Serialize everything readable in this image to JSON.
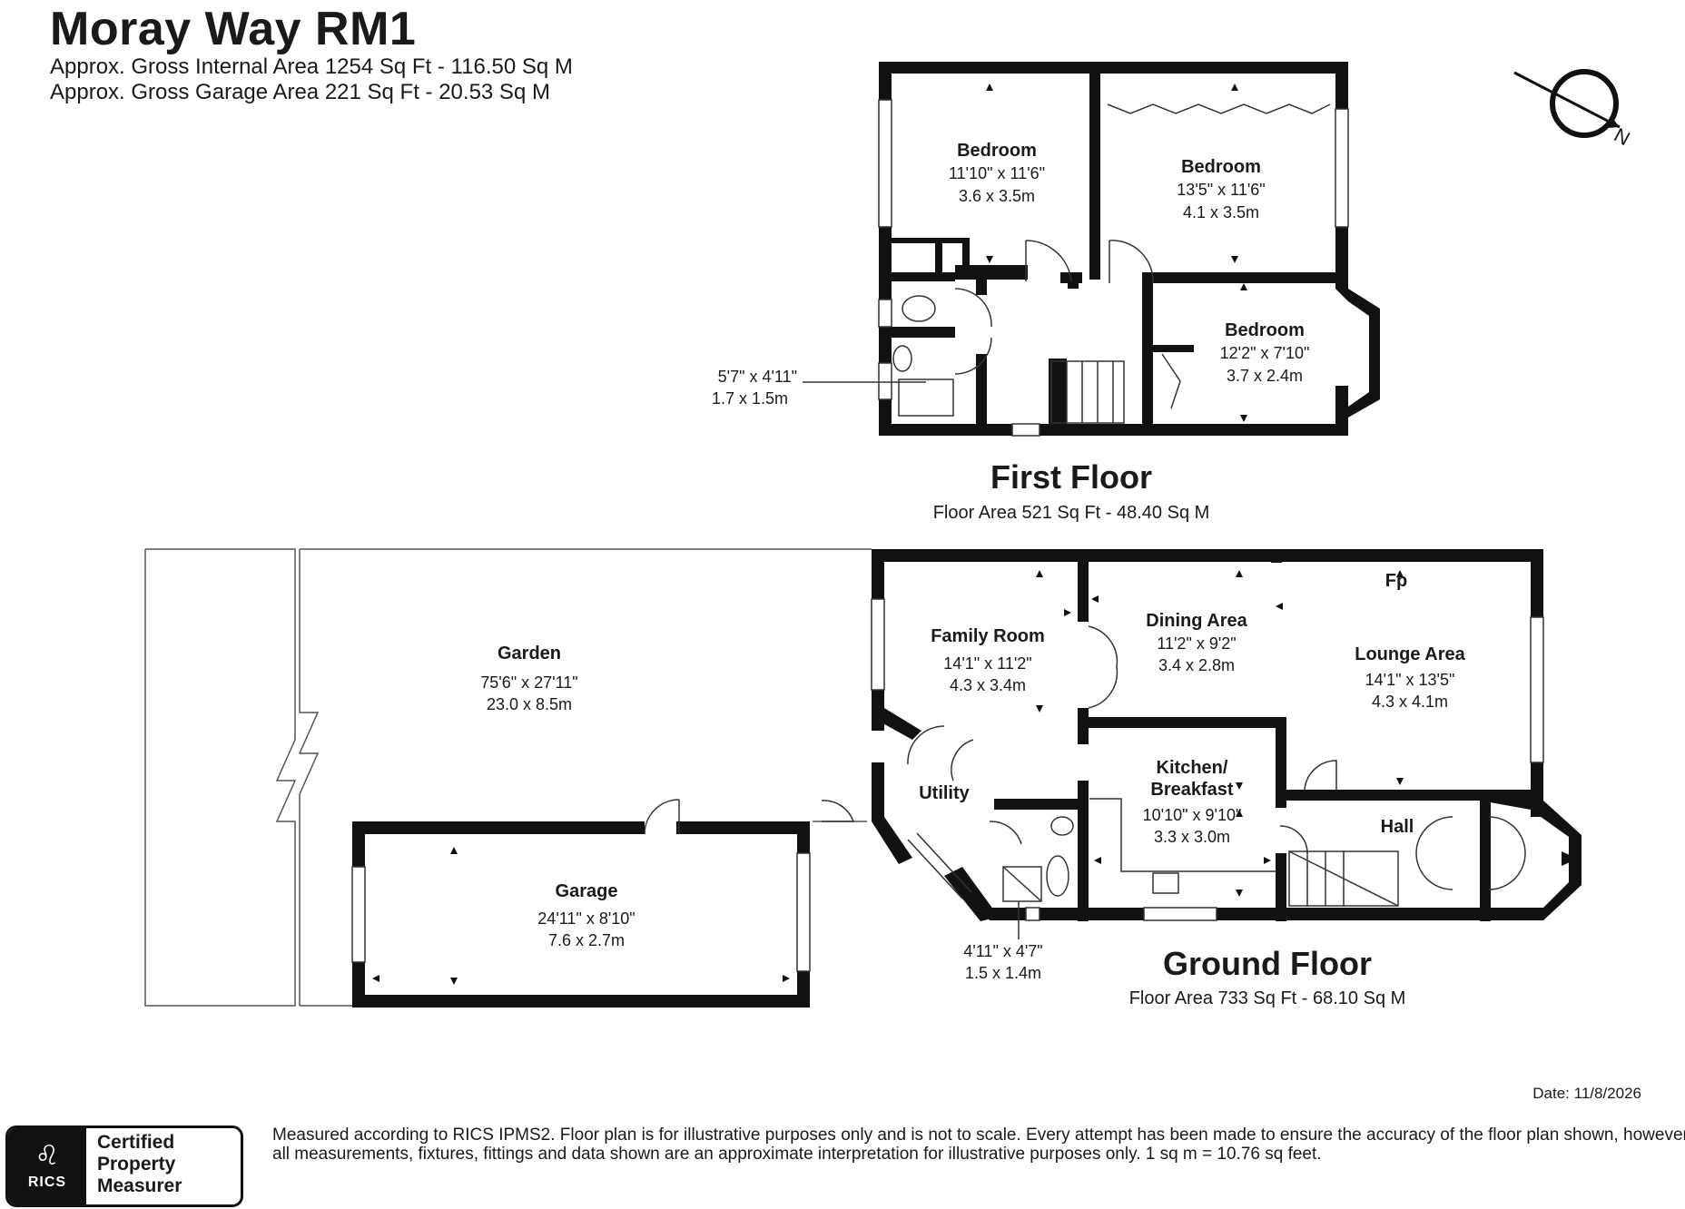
{
  "header": {
    "title": "Moray Way RM1",
    "line1": "Approx. Gross Internal Area 1254 Sq Ft - 116.50 Sq M",
    "line2": "Approx. Gross Garage Area 221 Sq Ft - 20.53 Sq M"
  },
  "compass": {
    "label": "N"
  },
  "first_floor": {
    "title": "First Floor",
    "area": "Floor Area 521 Sq Ft - 48.40 Sq M",
    "rooms": [
      {
        "name": "Bedroom",
        "imperial": "11'10\" x 11'6\"",
        "metric": "3.6 x 3.5m"
      },
      {
        "name": "Bedroom",
        "imperial": "13'5\" x 11'6\"",
        "metric": "4.1 x 3.5m"
      },
      {
        "name": "Bedroom",
        "imperial": "12'2\" x 7'10\"",
        "metric": "3.7 x 2.4m"
      }
    ],
    "bathroom": {
      "imperial": "5'7\" x 4'11\"",
      "metric": "1.7 x 1.5m"
    }
  },
  "ground_floor": {
    "title": "Ground Floor",
    "area": "Floor Area 733 Sq Ft - 68.10 Sq M",
    "rooms": [
      {
        "name": "Family Room",
        "imperial": "14'1\" x 11'2\"",
        "metric": "4.3 x 3.4m"
      },
      {
        "name": "Dining Area",
        "imperial": "11'2\" x 9'2\"",
        "metric": "3.4 x 2.8m"
      },
      {
        "name": "Lounge Area",
        "imperial": "14'1\" x 13'5\"",
        "metric": "4.3 x 4.1m"
      },
      {
        "name": "Kitchen/",
        "name2": "Breakfast",
        "imperial": "10'10\" x 9'10\"",
        "metric": "3.3 x 3.0m"
      }
    ],
    "utility": "Utility",
    "hall": "Hall",
    "fireplace": "Fp",
    "shower": {
      "imperial": "4'11\" x 4'7\"",
      "metric": "1.5 x 1.4m"
    }
  },
  "outside": {
    "garden": {
      "name": "Garden",
      "imperial": "75'6\" x 27'11\"",
      "metric": "23.0 x 8.5m"
    },
    "garage": {
      "name": "Garage",
      "imperial": "24'11\" x 8'10\"",
      "metric": "7.6 x 2.7m"
    }
  },
  "footer": {
    "date": "Date: 11/8/2026",
    "disclaimer": "Measured according to RICS IPMS2. Floor plan is for illustrative purposes only and is not to scale. Every attempt has been made to ensure the accuracy of the floor plan shown, however all measurements, fixtures, fittings and data shown are an approximate interpretation for illustrative purposes only. 1 sq m = 10.76 sq feet.",
    "badge": {
      "org": "RICS",
      "line1": "Certified",
      "line2": "Property",
      "line3": "Measurer"
    }
  }
}
